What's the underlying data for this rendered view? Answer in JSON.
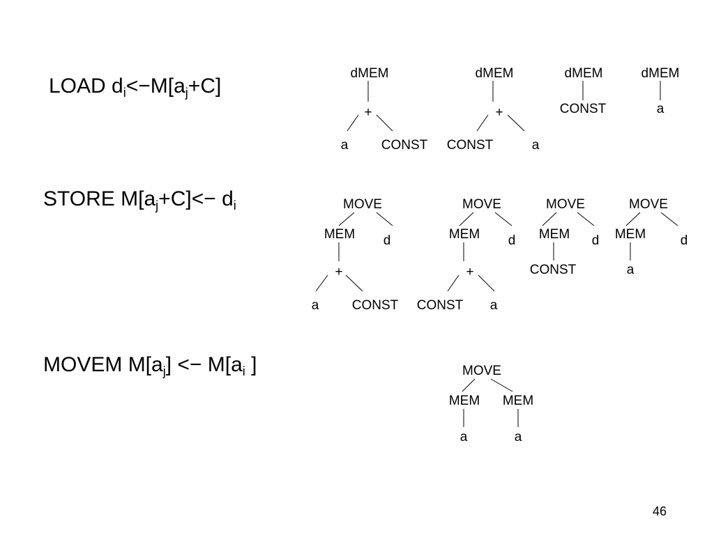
{
  "rules": {
    "load": {
      "op": "LOAD",
      "d": "d",
      "d_sub": "i",
      "mid": "<−M[a",
      "a_sub": "j",
      "tail": "+C]"
    },
    "store": {
      "op": "STORE",
      "m": "M[a",
      "a_sub": "j",
      "mid": "+C]<− d",
      "d_sub": "i"
    },
    "movem": {
      "op": "MOVEM",
      "m1": "M[a",
      "a1_sub": "j",
      "mid": "] <− M[a",
      "a2_sub": "i",
      "tail": " ]"
    }
  },
  "nodes": {
    "dmem": "dMEM",
    "mem": "MEM",
    "move": "MOVE",
    "plus": "+",
    "const": "CONST",
    "a": "a",
    "d": "d"
  },
  "page_number": "46"
}
